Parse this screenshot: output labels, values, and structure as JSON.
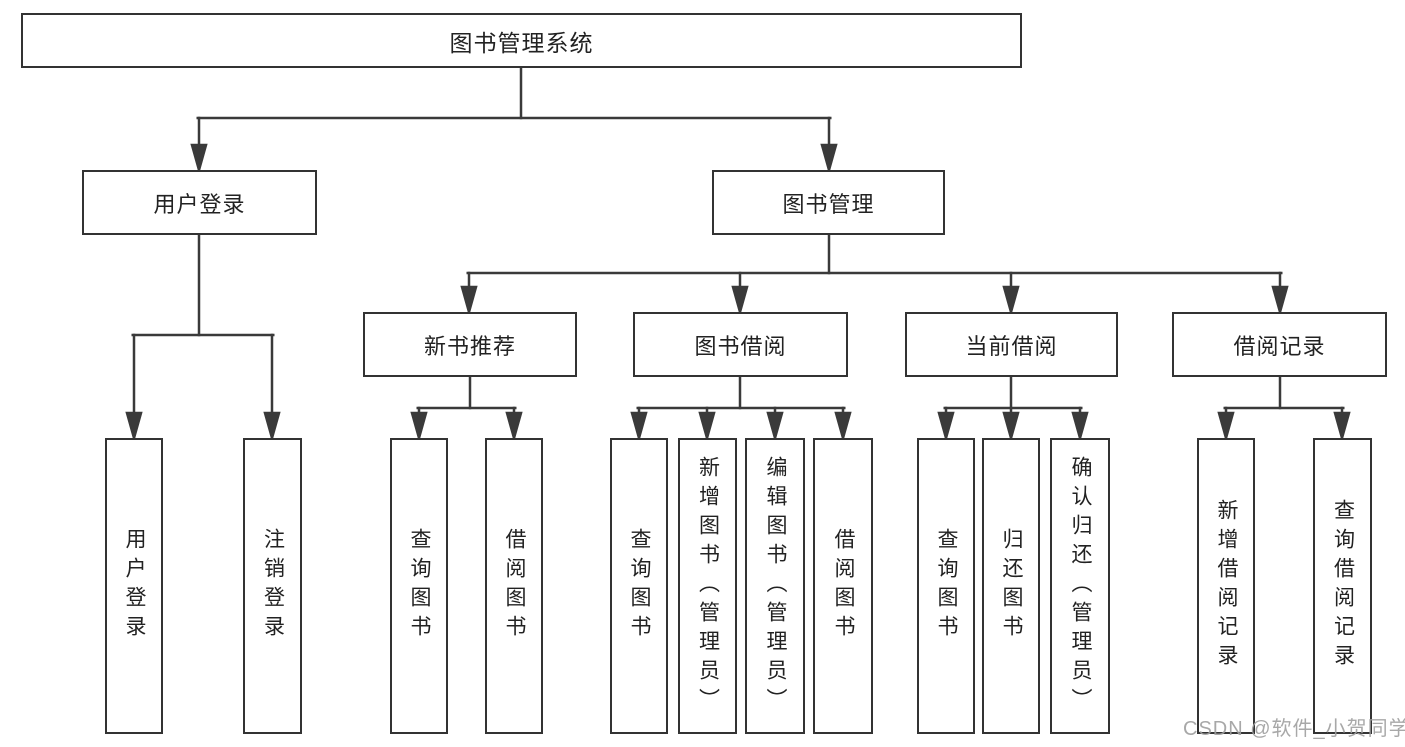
{
  "diagram": {
    "watermark": "CSDN @软件_小贺同学",
    "colors": {
      "line": "#3a3a3a",
      "box_border": "#333333",
      "text": "#222222",
      "watermark_text": "#9e9e9e",
      "background": "#ffffff"
    },
    "tree": {
      "root": {
        "label": "图书管理系统",
        "children": [
          {
            "label": "用户登录",
            "children": [
              {
                "label": "用户登录"
              },
              {
                "label": "注销登录"
              }
            ]
          },
          {
            "label": "图书管理",
            "children": [
              {
                "label": "新书推荐",
                "children": [
                  {
                    "label": "查询图书"
                  },
                  {
                    "label": "借阅图书"
                  }
                ]
              },
              {
                "label": "图书借阅",
                "children": [
                  {
                    "label": "查询图书"
                  },
                  {
                    "label": "新增图书（管理员）"
                  },
                  {
                    "label": "编辑图书（管理员）"
                  },
                  {
                    "label": "借阅图书"
                  }
                ]
              },
              {
                "label": "当前借阅",
                "children": [
                  {
                    "label": "查询图书"
                  },
                  {
                    "label": "归还图书"
                  },
                  {
                    "label": "确认归还（管理员）"
                  }
                ]
              },
              {
                "label": "借阅记录",
                "children": [
                  {
                    "label": "新增借阅记录"
                  },
                  {
                    "label": "查询借阅记录"
                  }
                ]
              }
            ]
          }
        ]
      }
    }
  }
}
